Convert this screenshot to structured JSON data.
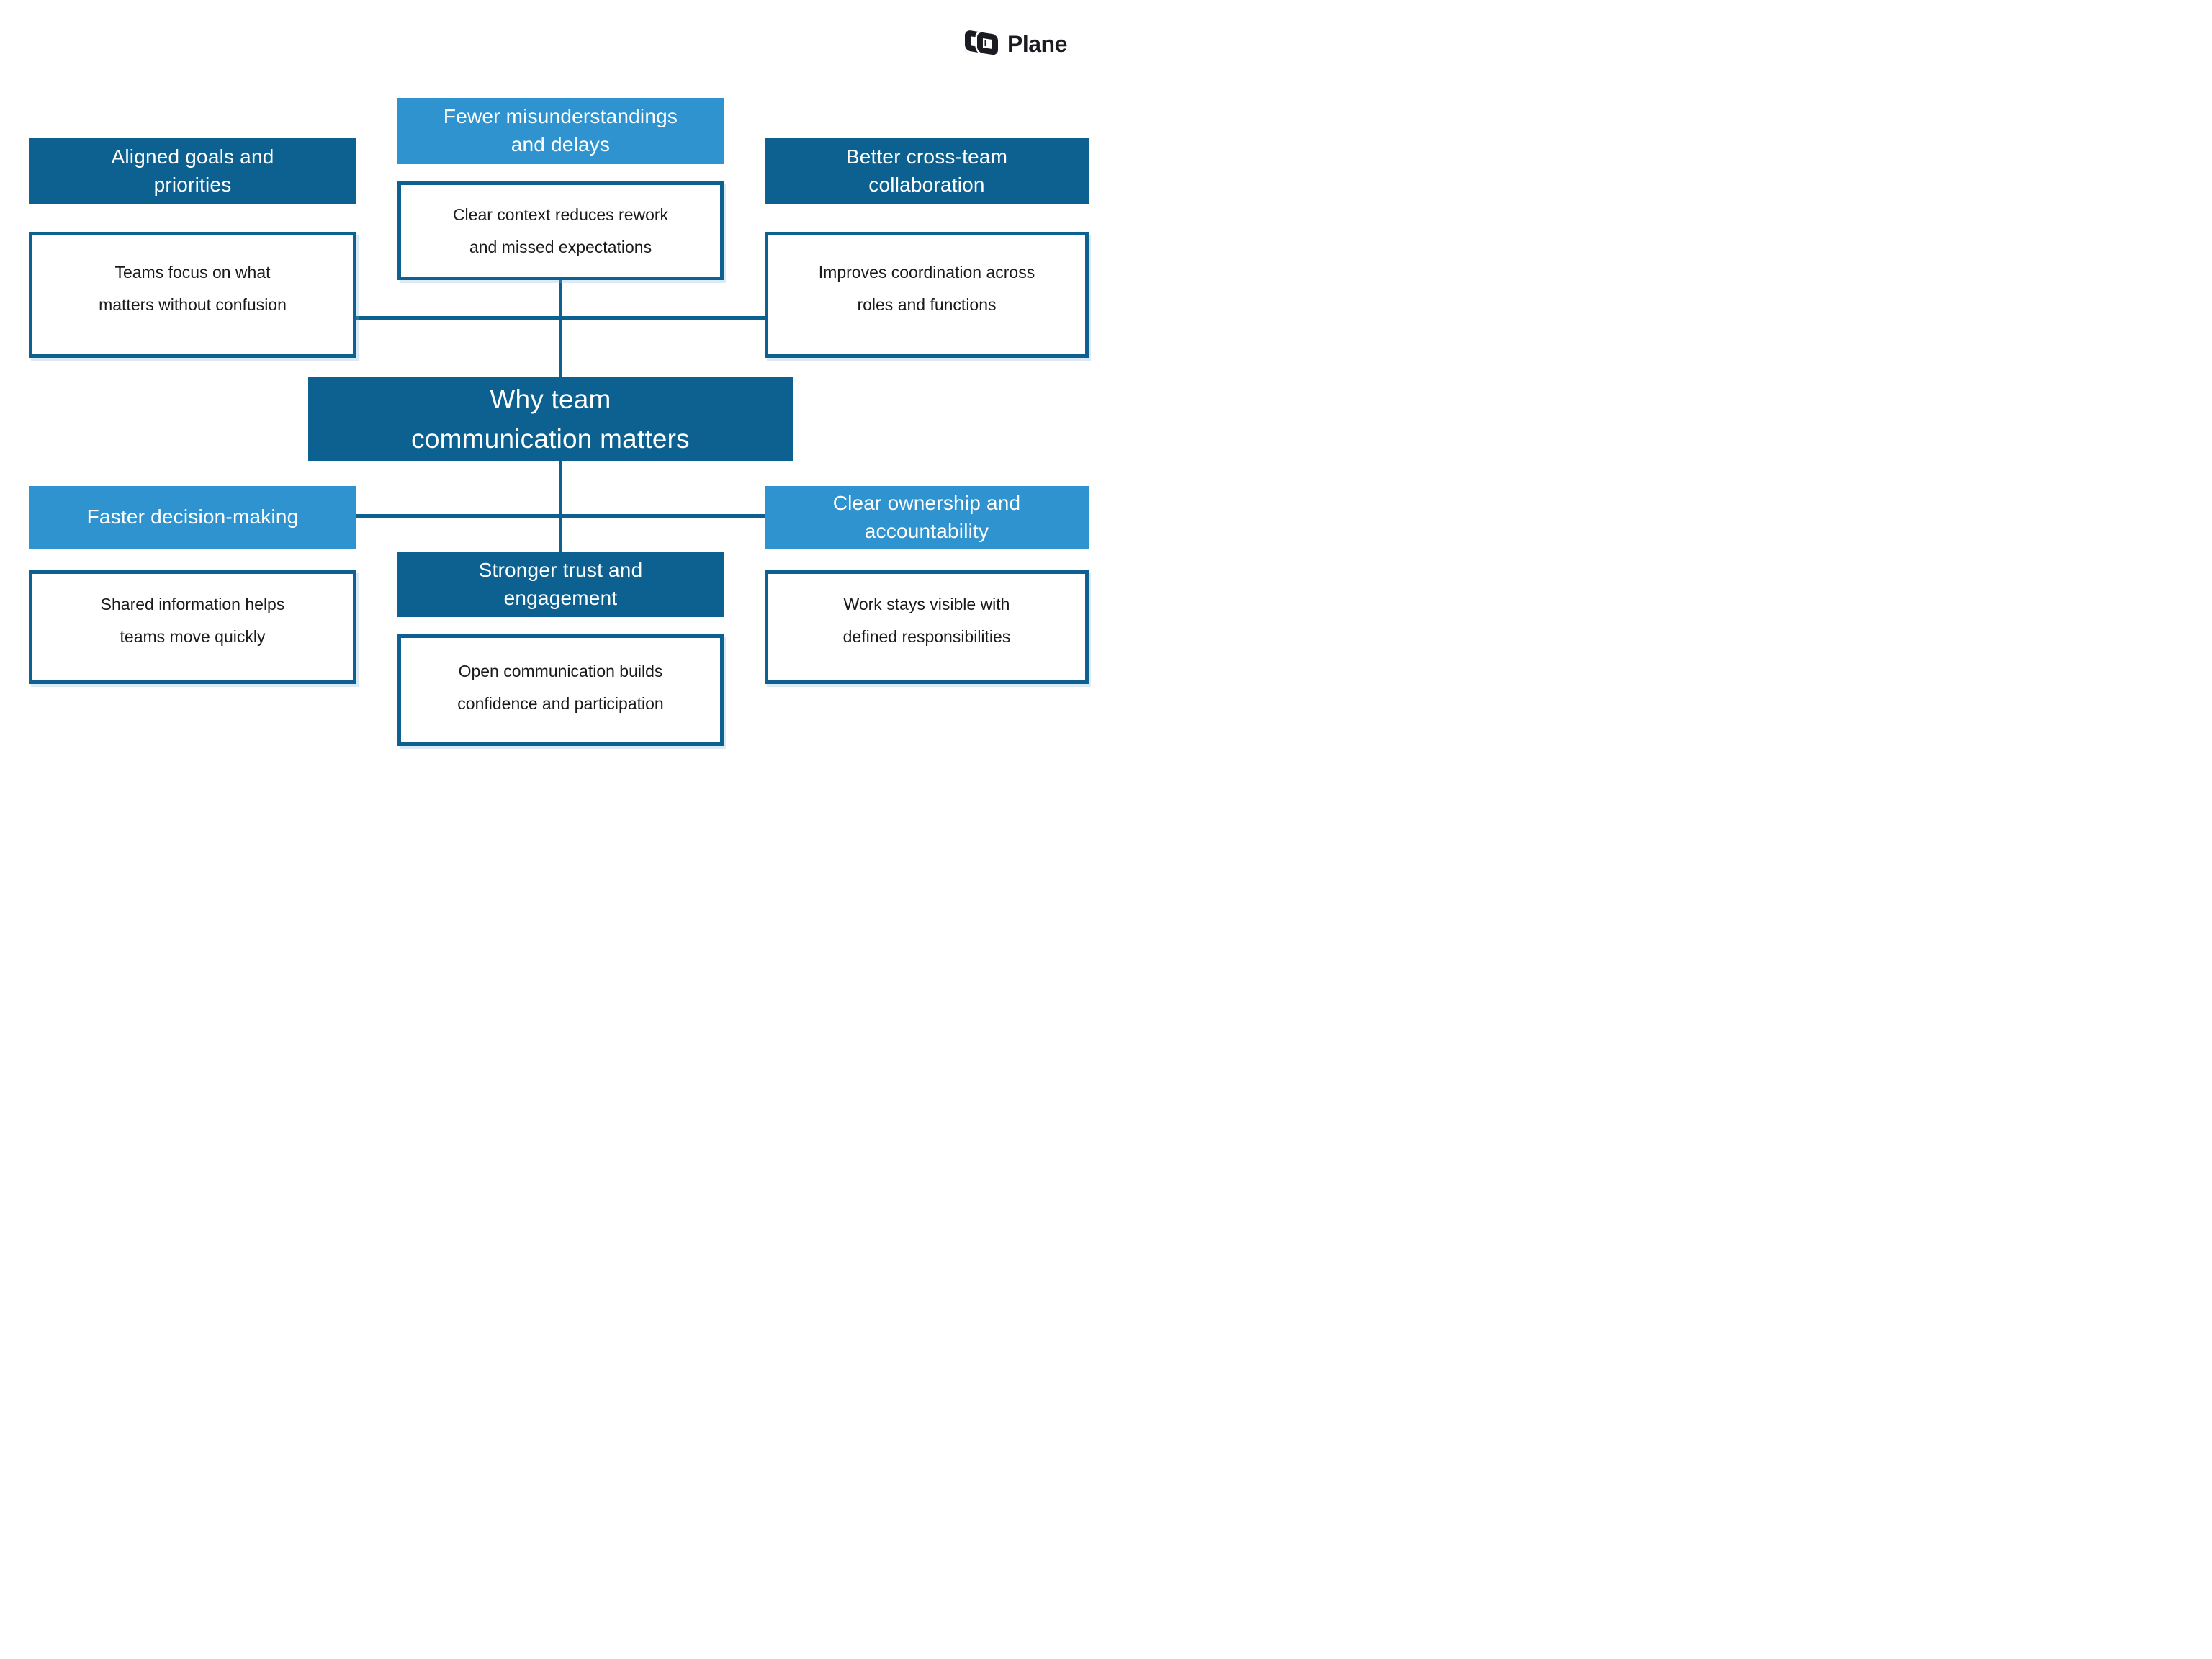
{
  "logo": {
    "text": "Plane",
    "icon": "plane-logo-mark"
  },
  "colors": {
    "dark_blue": "#0d6191",
    "light_blue": "#2f93cf",
    "box_border": "#0d6191",
    "connector_line": "#0d6191",
    "body_text": "#1a1a1a",
    "header_text": "#ffffff",
    "logo_color": "#1b1b22",
    "background": "#ffffff"
  },
  "center": {
    "title": "Why team\ncommunication matters"
  },
  "branches": [
    {
      "id": "aligned-goals",
      "accent": "dark",
      "title": "Aligned goals and\npriorities",
      "detail": "Teams focus on what\nmatters without confusion"
    },
    {
      "id": "fewer-misunderstandings",
      "accent": "light",
      "title": "Fewer misunderstandings\nand delays",
      "detail": "Clear context reduces rework\nand missed expectations"
    },
    {
      "id": "better-cross-team-collaboration",
      "accent": "dark",
      "title": "Better cross-team\ncollaboration",
      "detail": "Improves coordination across\nroles and functions"
    },
    {
      "id": "faster-decision-making",
      "accent": "light",
      "title": "Faster decision-making",
      "detail": "Shared information helps\nteams move quickly"
    },
    {
      "id": "stronger-trust",
      "accent": "dark",
      "title": "Stronger trust and\nengagement",
      "detail": "Open communication builds\nconfidence and participation"
    },
    {
      "id": "clear-ownership",
      "accent": "light",
      "title": "Clear ownership and\naccountability",
      "detail": "Work stays visible with\ndefined responsibilities"
    }
  ]
}
